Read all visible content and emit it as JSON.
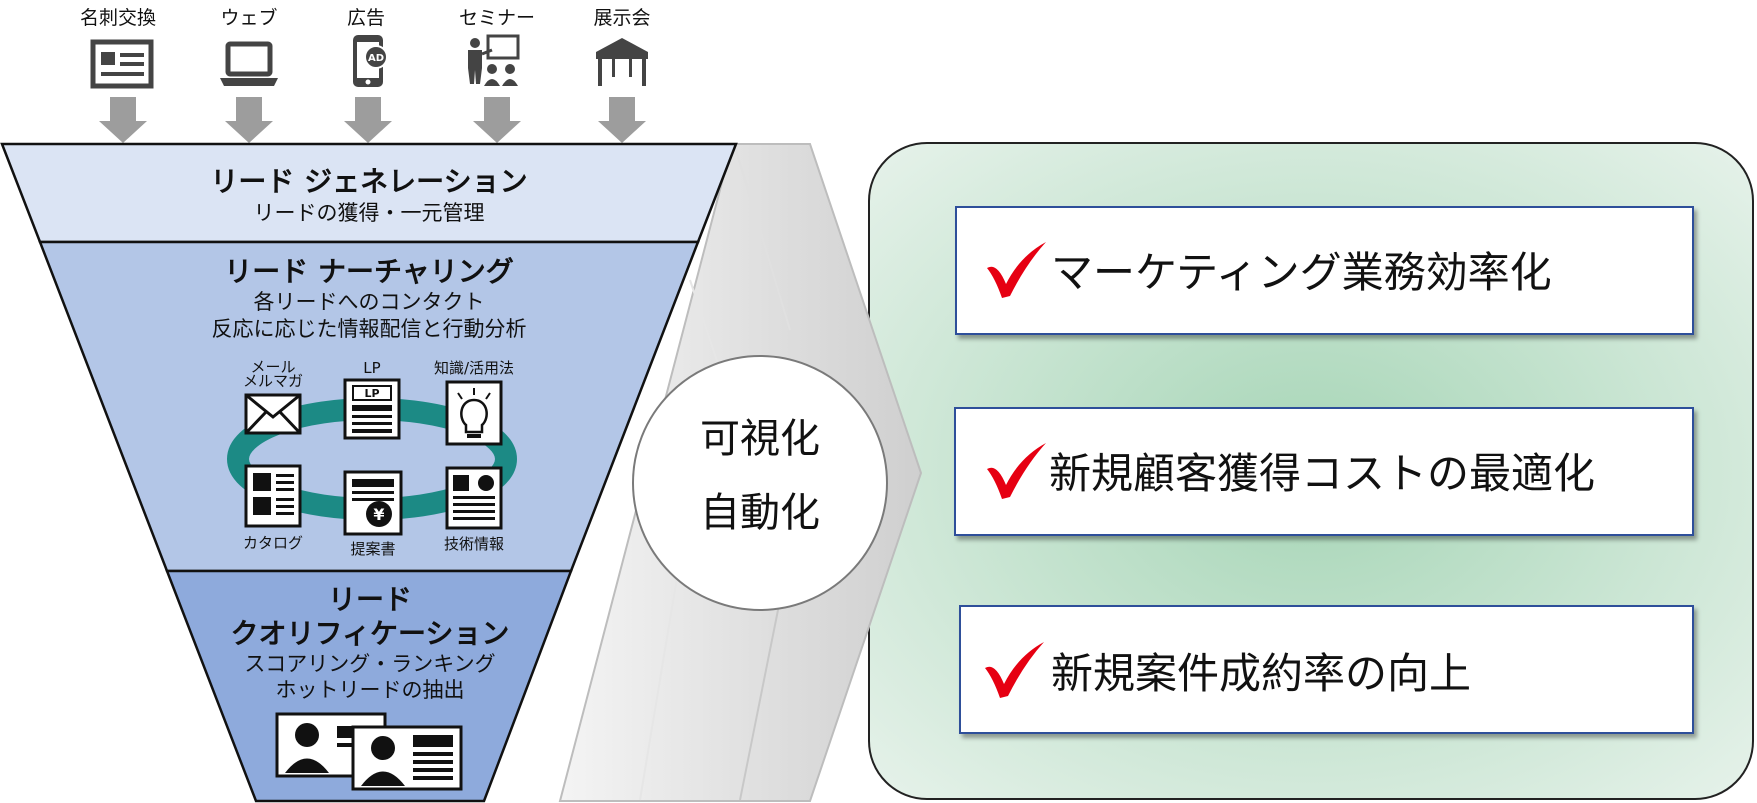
{
  "sources": [
    {
      "label": "名刺交換",
      "icon": "business-card-icon"
    },
    {
      "label": "ウェブ",
      "icon": "laptop-icon"
    },
    {
      "label": "広告",
      "icon": "smartphone-ad-icon"
    },
    {
      "label": "セミナー",
      "icon": "seminar-icon"
    },
    {
      "label": "展示会",
      "icon": "exhibition-tent-icon"
    }
  ],
  "funnel": {
    "generation": {
      "title": "リード ジェネレーション",
      "desc": "リードの獲得・一元管理"
    },
    "nurturing": {
      "title": "リード ナーチャリング",
      "desc1": "各リードへのコンタクト",
      "desc2": "反応に応じた情報配信と行動分析",
      "items": {
        "mail1": "メール",
        "mail2": "メルマガ",
        "lp": "LP",
        "knowledge": "知識/活用法",
        "catalog": "カタログ",
        "proposal": "提案書",
        "tech": "技術情報"
      }
    },
    "qualification": {
      "title1": "リード",
      "title2": "クオリフィケーション",
      "desc1": "スコアリング・ランキング",
      "desc2": "ホットリードの抽出"
    }
  },
  "center": {
    "line1": "可視化",
    "line2": "自動化"
  },
  "benefits": [
    "マーケティング業務効率化",
    "新規顧客獲得コストの最適化",
    "新規案件成約率の向上"
  ],
  "colors": {
    "generation": "#dbe4f4",
    "nurturing": "#b3c6e7",
    "qualification": "#8eaadc",
    "ring": "#1c8a85",
    "check": "#e60012",
    "panel_center": "#a6d5b6",
    "panel_edge": "#e8f3ec"
  }
}
